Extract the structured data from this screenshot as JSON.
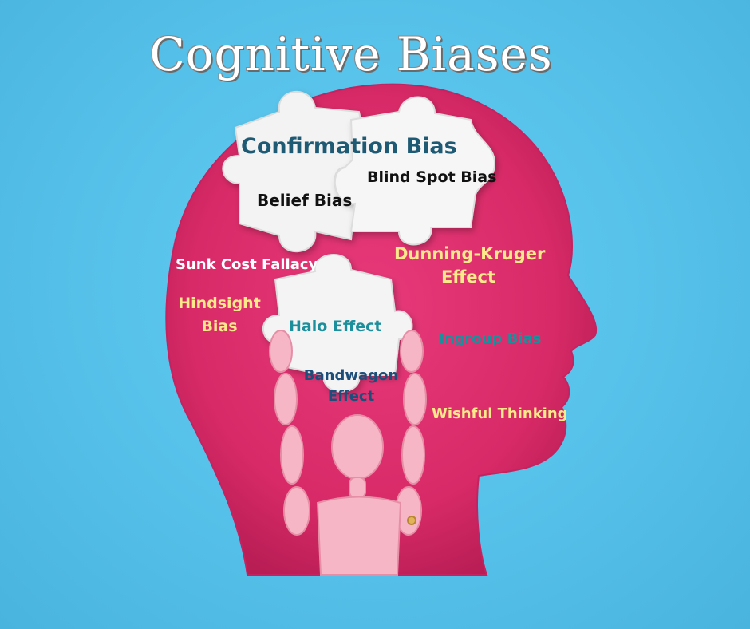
{
  "title": "Cognitive Biases",
  "labels": {
    "confirmation_bias": "Confirmation Bias",
    "blind_spot_bias": "Blind Spot Bias",
    "belief_bias": "Belief Bias",
    "sunk_cost_fallacy": "Sunk Cost Fallacy",
    "dunning_kruger_line1": "Dunning-Kruger",
    "dunning_kruger_line2": "Effect",
    "hindsight_line1": "Hindsight",
    "hindsight_line2": "Bias",
    "halo_effect": "Halo Effect",
    "ingroup_bias": "Ingroup Bias",
    "bandwagon_line1": "Bandwagon",
    "bandwagon_line2": "Effect",
    "wishful_thinking": "Wishful Thinking"
  },
  "colors": {
    "background": "#5cc6ec",
    "head": "#e0306f",
    "puzzle": "#f2f2f2",
    "figure": "#f6b3c4",
    "dark_teal_text": "#1f5a74",
    "teal_text": "#1c8f9c",
    "yellow_text": "#fbe98a",
    "navy_text": "#1d4e7a",
    "black_text": "#111111",
    "white_text": "#ffffff"
  },
  "icons": [
    "head-silhouette",
    "puzzle-piece",
    "wooden-mannequin"
  ]
}
